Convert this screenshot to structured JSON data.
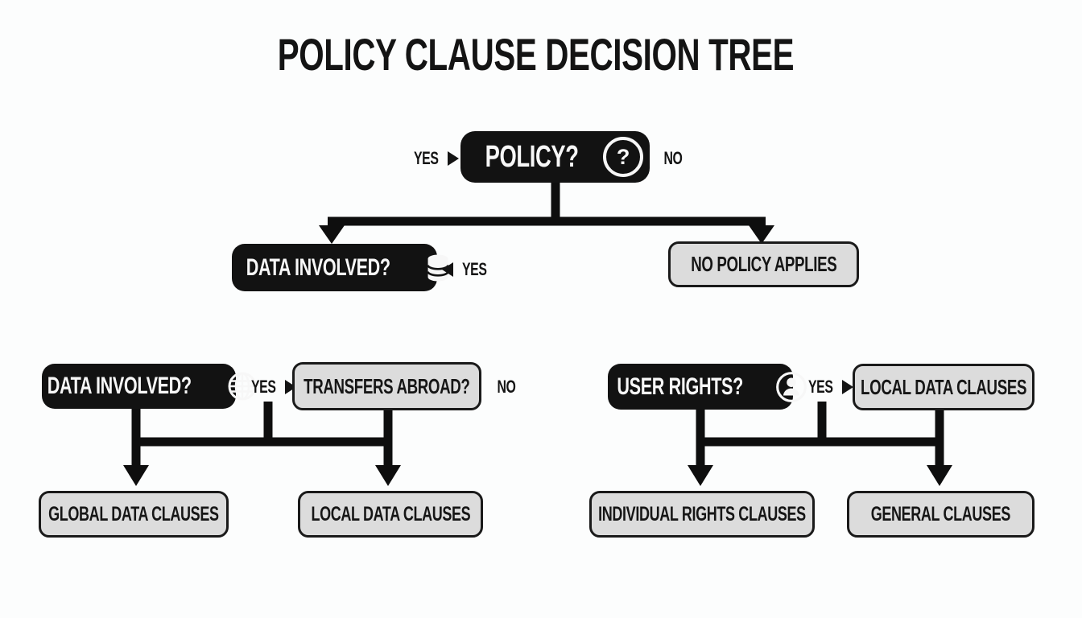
{
  "title": "POLICY CLAUSE DECISION TREE",
  "tree": {
    "root": {
      "label": "POLICY?",
      "yes_label": "YES",
      "no_label": "NO",
      "icon": "question-circle"
    },
    "level2": {
      "data_involved": {
        "label": "DATA INVOLVED?",
        "icon": "database",
        "yes_label": "YES"
      },
      "no_policy_applies": {
        "label": "NO POLICY APPLIES"
      }
    },
    "left_branch": {
      "data_involved": {
        "label": "DATA INVOLVED?",
        "icon": "globe"
      },
      "yes_label": "YES",
      "transfers_abroad": {
        "label": "TRANSFERS ABROAD?"
      },
      "no_label": "NO",
      "outcomes": {
        "global_data_clauses": {
          "label": "GLOBAL DATA CLAUSES"
        },
        "local_data_clauses": {
          "label": "LOCAL DATA CLAUSES"
        }
      }
    },
    "right_branch": {
      "user_rights": {
        "label": "USER RIGHTS?",
        "icon": "user"
      },
      "yes_label": "YES",
      "local_data_clauses": {
        "label": "LOCAL DATA CLAUSES"
      },
      "outcomes": {
        "individual_rights_clauses": {
          "label": "INDIVIDUAL RIGHTS CLAUSES"
        },
        "general_clauses": {
          "label": "GENERAL CLAUSES"
        }
      }
    }
  },
  "icons": {
    "question_glyph": "?"
  },
  "colors": {
    "background": "#fcfdfd",
    "node_dark": "#121212",
    "node_light_fill": "#dcdcdc",
    "node_light_border": "#1a1a1a",
    "connector": "#0e0e0e",
    "text_dark": "#141414",
    "text_light": "#f7f7f7"
  }
}
